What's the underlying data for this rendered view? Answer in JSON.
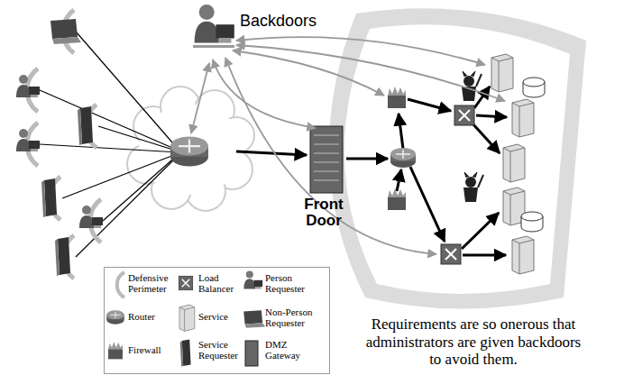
{
  "diagram": {
    "caption": "Requirements are so onerous that administrators are given backdoors to avoid them.",
    "nodes": [
      {
        "text": [
          "Backdoors"
        ]
      },
      {
        "text": [
          "Front Door"
        ]
      }
    ],
    "edges": [
      {
        "from": 0,
        "to": 1,
        "arrow": "both"
      }
    ],
    "legend": [
      {
        "text": "Defensive Perimeter"
      },
      {
        "text": "Load Balancer"
      },
      {
        "text": "Person Requester"
      },
      {
        "text": "Router"
      },
      {
        "text": "Service"
      },
      {
        "text": "Non-Person Requester"
      },
      {
        "text": "Firewall"
      },
      {
        "text": "Service Requester"
      },
      {
        "text": "DMZ Gateway"
      }
    ]
  }
}
